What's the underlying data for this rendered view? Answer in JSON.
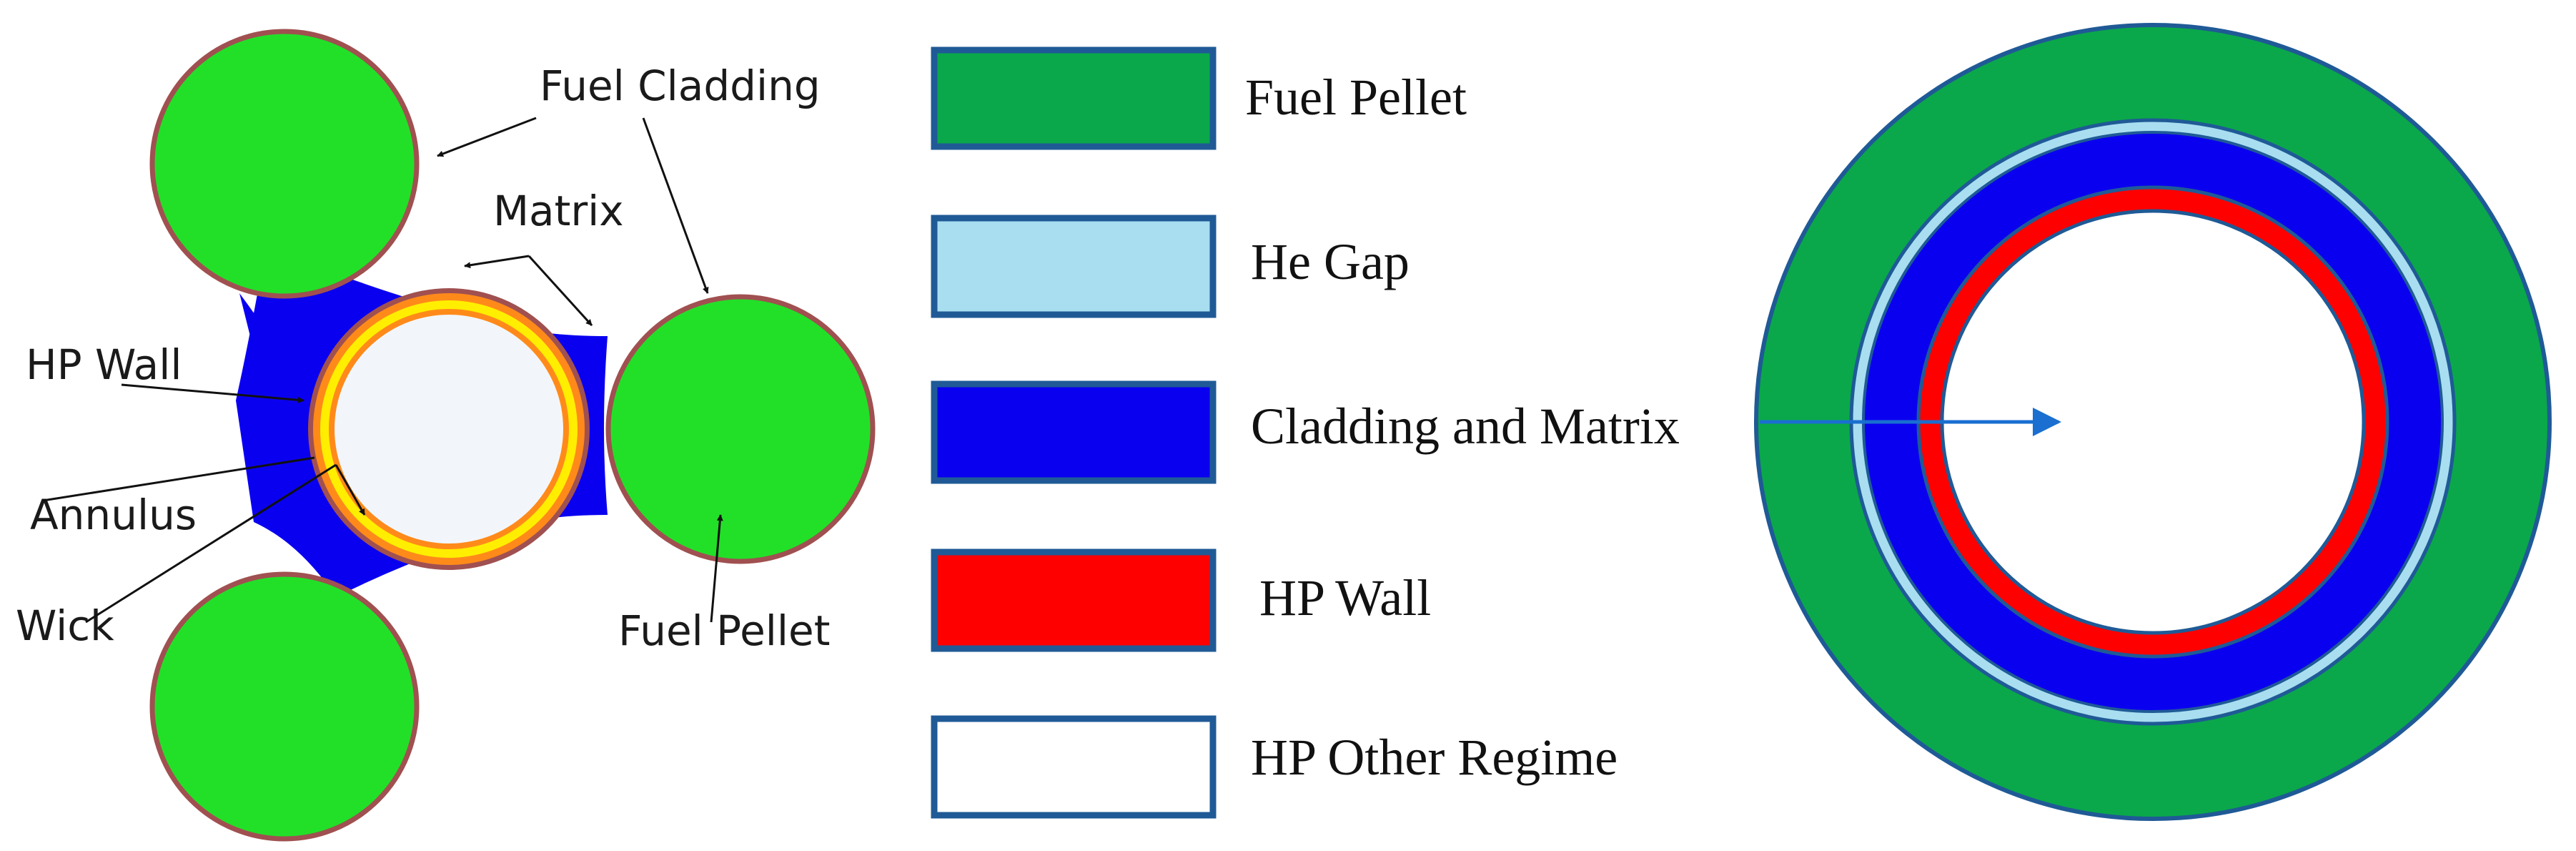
{
  "left_diagram": {
    "labels": {
      "fuel_cladding": "Fuel Cladding",
      "matrix": "Matrix",
      "hp_wall": "HP Wall",
      "annulus": "Annulus",
      "wick": "Wick",
      "fuel_pellet": "Fuel Pellet"
    }
  },
  "legend": {
    "items": [
      {
        "label": "Fuel Pellet",
        "color": "#0aa84a"
      },
      {
        "label": "He Gap",
        "color": "#a8def0"
      },
      {
        "label": "Cladding and Matrix",
        "color": "#0a00f0"
      },
      {
        "label": "HP Wall",
        "color": "#ff0000"
      },
      {
        "label": "HP Other Regime",
        "color": "#ffffff"
      }
    ],
    "border_color": "#1f5a96"
  },
  "colors": {
    "bright_green": "#22e028",
    "fuel_green": "#0aa84a",
    "he_gap": "#a8def0",
    "matrix_blue": "#0a00f0",
    "hp_red": "#ff0000",
    "cladding_brown": "#a05050",
    "annulus_yellow": "#ffee00",
    "annulus_orange": "#ff8a1a",
    "hp_interior": "#f2f6fa",
    "arrow_blue": "#1a6fd0"
  }
}
